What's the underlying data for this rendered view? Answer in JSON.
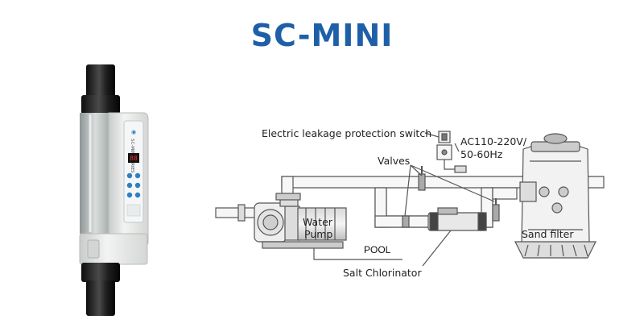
{
  "title": "SC-MINI",
  "device": {
    "brand_text": "SC-MINI SERIES",
    "display_value": "88"
  },
  "diagram": {
    "labels": {
      "switch": "Electric leakage protection switch",
      "voltage_line1": "AC110-220V/",
      "voltage_line2": "50-60Hz",
      "valves": "Valves",
      "pump_line1": "Water",
      "pump_line2": "Pump",
      "pool": "POOL",
      "chlorinator": "Salt Chlorinator",
      "filter": "Sand filter"
    }
  },
  "colors": {
    "title": "#1f5fa8",
    "pipe": "#555555",
    "device_body": "#e6e8e6",
    "device_end": "#2a2a2a",
    "device_panel": "#2f7fc1"
  }
}
